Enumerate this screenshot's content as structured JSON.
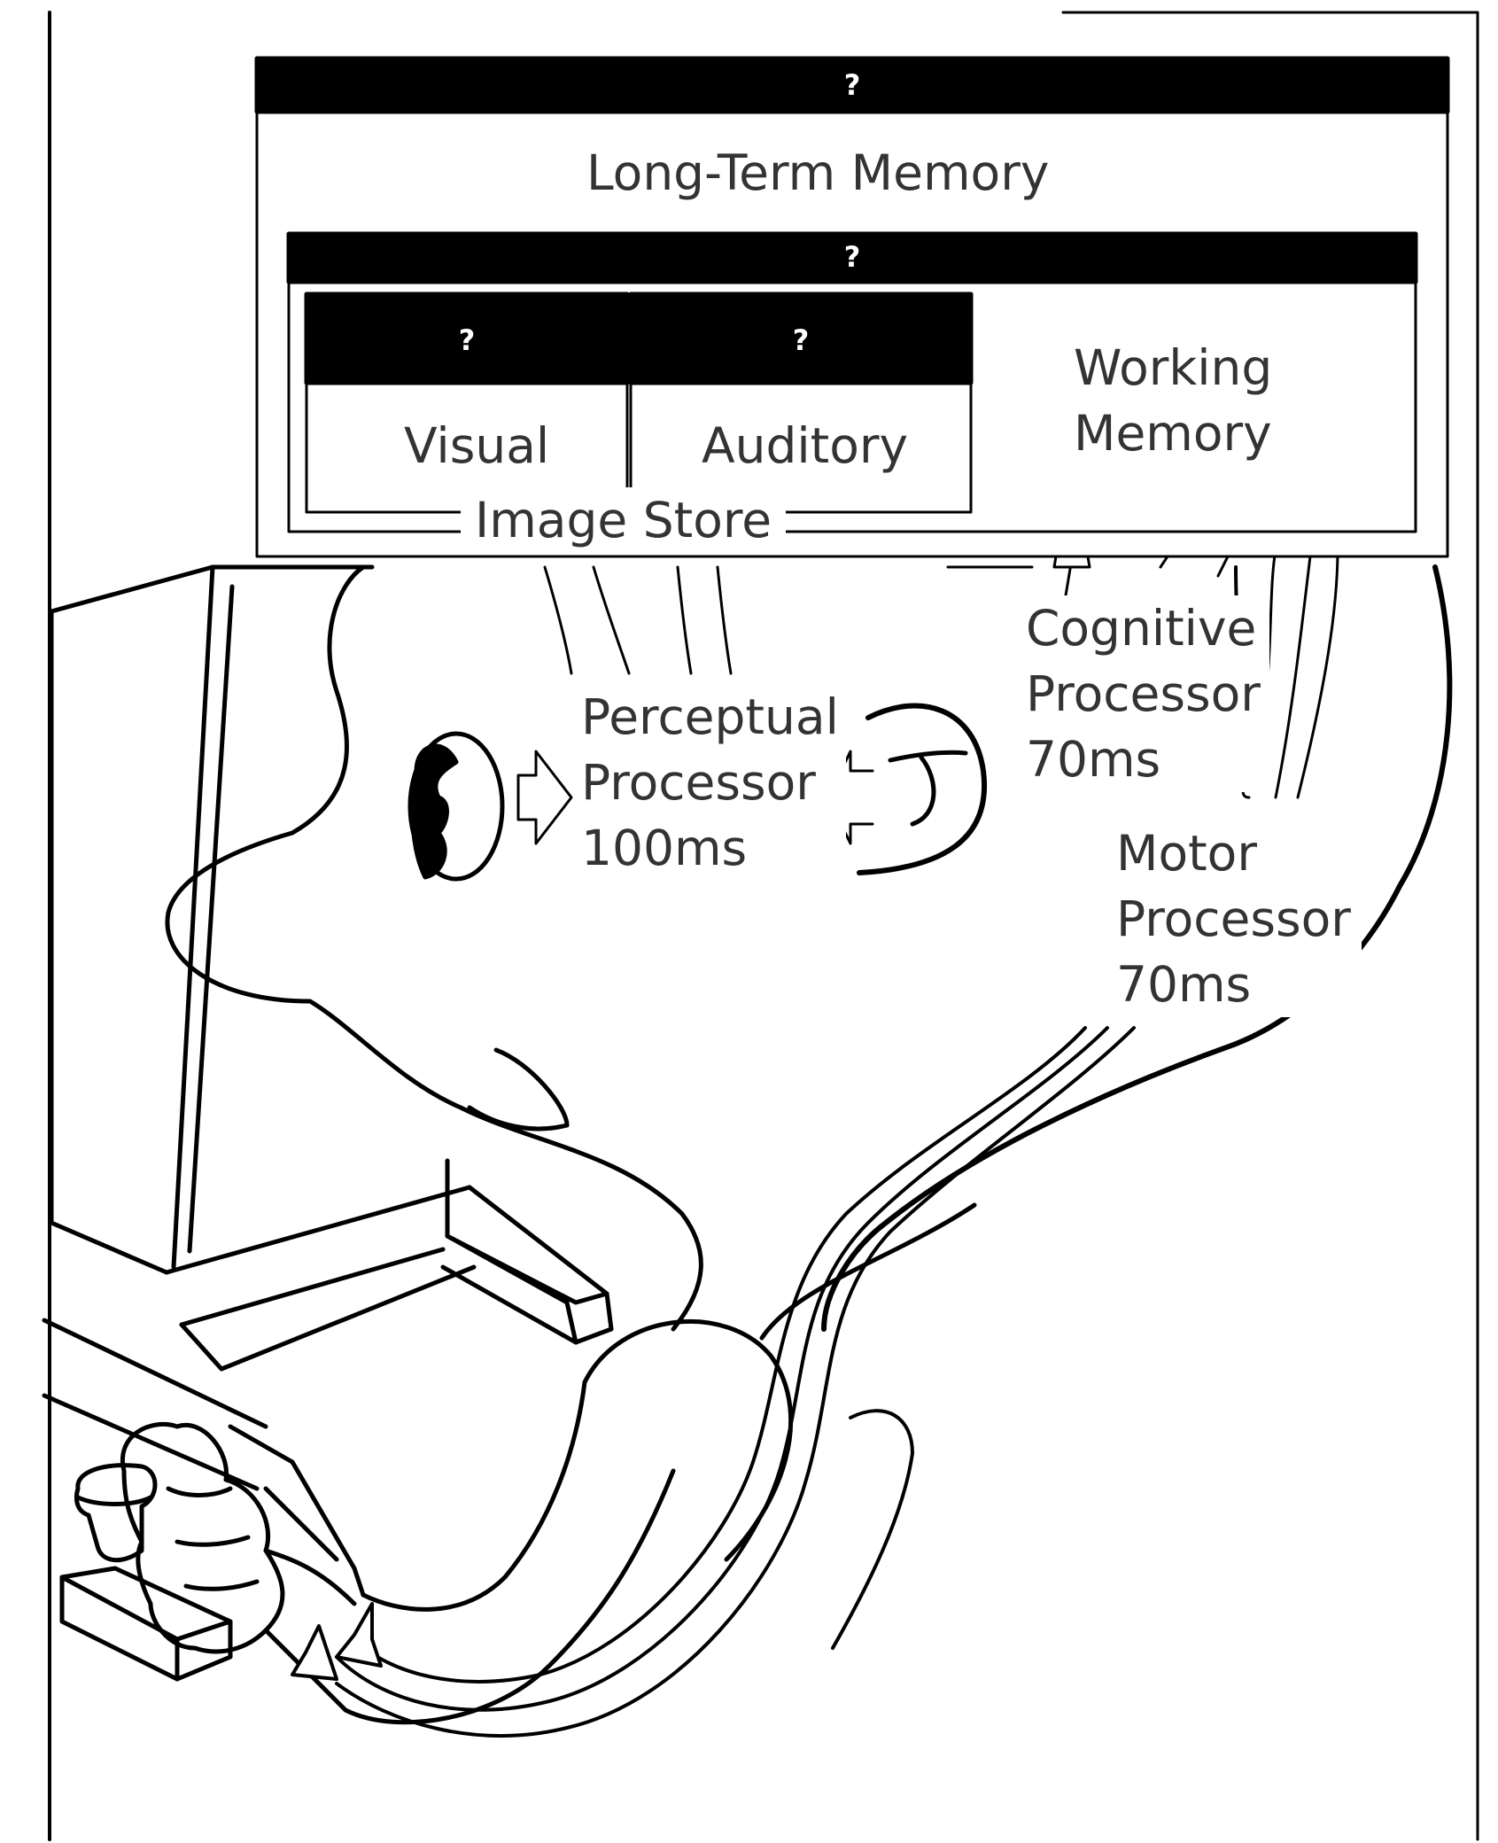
{
  "diagram": {
    "long_term_memory": {
      "header": "?",
      "label": "Long-Term Memory"
    },
    "working_memory": {
      "header": "?",
      "label_line1": "Working",
      "label_line2": "Memory"
    },
    "visual_store": {
      "header": "?",
      "label": "Visual"
    },
    "auditory_store": {
      "header": "?",
      "label": "Auditory"
    },
    "image_store": {
      "label": "Image Store"
    },
    "perceptual_processor": {
      "line1": "Perceptual",
      "line2": "Processor",
      "line3": "100ms"
    },
    "cognitive_processor": {
      "line1": "Cognitive",
      "line2": "Processor",
      "line3": "70ms"
    },
    "motor_processor": {
      "line1": "Motor",
      "line2": "Processor",
      "line3": "70ms"
    }
  }
}
